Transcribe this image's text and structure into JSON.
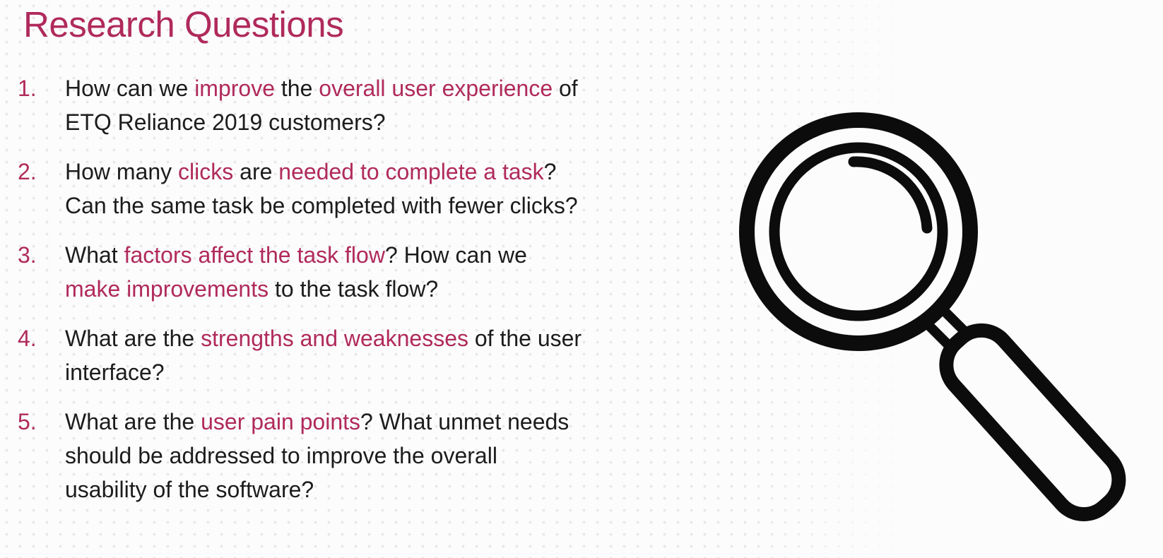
{
  "slide": {
    "title": "Research Questions",
    "colors": {
      "accent": "#b02a5b",
      "text": "#1c1c1c",
      "background": "#fcfcfc",
      "pattern_dot": "#e9e6e6",
      "icon_stroke": "#0c0c0c"
    },
    "questions": [
      {
        "number": "1.",
        "lines": [
          [
            {
              "text": "How can we ",
              "accent": false
            },
            {
              "text": "improve",
              "accent": true
            },
            {
              "text": " the ",
              "accent": false
            },
            {
              "text": "overall user experience",
              "accent": true
            },
            {
              "text": " of",
              "accent": false
            }
          ],
          [
            {
              "text": "ETQ Reliance 2019 customers?",
              "accent": false
            }
          ]
        ]
      },
      {
        "number": "2.",
        "lines": [
          [
            {
              "text": "How many ",
              "accent": false
            },
            {
              "text": "clicks",
              "accent": true
            },
            {
              "text": " are ",
              "accent": false
            },
            {
              "text": "needed to complete a task",
              "accent": true
            },
            {
              "text": "?",
              "accent": false
            }
          ],
          [
            {
              "text": "Can the same task be completed with fewer clicks?",
              "accent": false
            }
          ]
        ]
      },
      {
        "number": "3.",
        "lines": [
          [
            {
              "text": "What ",
              "accent": false
            },
            {
              "text": "factors affect the task flow",
              "accent": true
            },
            {
              "text": "? How can we",
              "accent": false
            }
          ],
          [
            {
              "text": "make improvements",
              "accent": true
            },
            {
              "text": " to the task flow?",
              "accent": false
            }
          ]
        ]
      },
      {
        "number": "4.",
        "lines": [
          [
            {
              "text": "What are the ",
              "accent": false
            },
            {
              "text": "strengths and weaknesses",
              "accent": true
            },
            {
              "text": " of the user",
              "accent": false
            }
          ],
          [
            {
              "text": "interface?",
              "accent": false
            }
          ]
        ]
      },
      {
        "number": "5.",
        "lines": [
          [
            {
              "text": "What are the ",
              "accent": false
            },
            {
              "text": "user pain points",
              "accent": true
            },
            {
              "text": "? What unmet needs",
              "accent": false
            }
          ],
          [
            {
              "text": "should be addressed to improve the overall",
              "accent": false
            }
          ],
          [
            {
              "text": "usability of the software?",
              "accent": false
            }
          ]
        ]
      }
    ],
    "icon": "magnifying-glass"
  }
}
